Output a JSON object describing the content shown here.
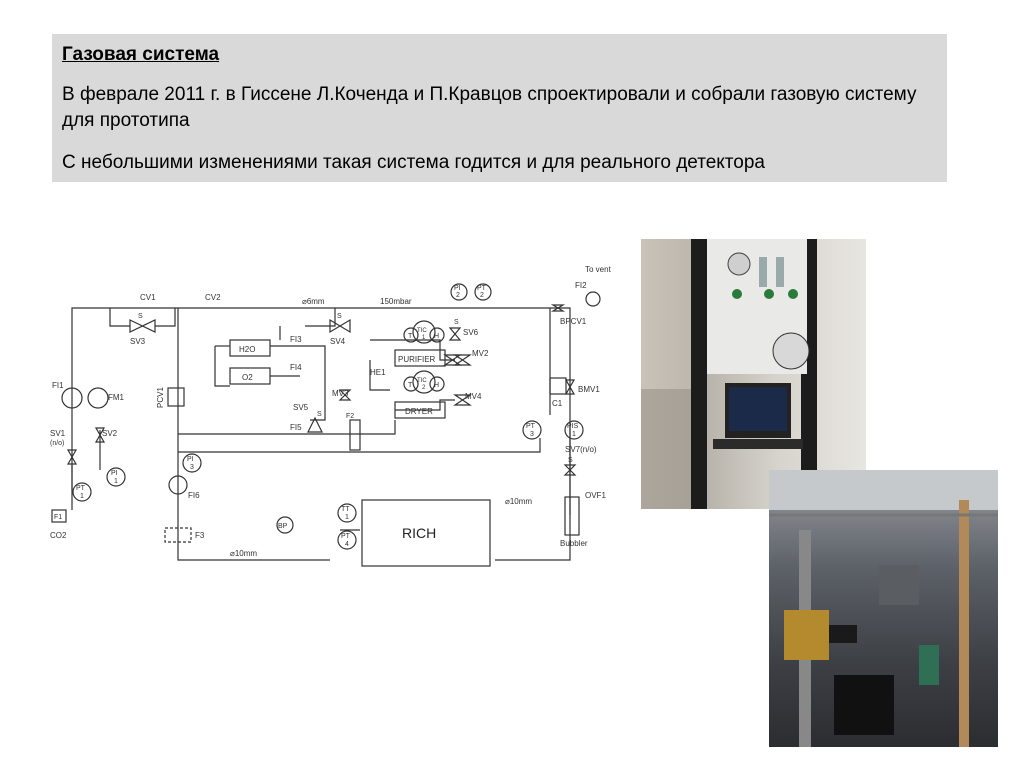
{
  "slide": {
    "title": "Газовая система",
    "paragraph1": "В феврале 2011 г.  в Гиссене Л.Кочендa и П.Кравцов спроектировали и собрали газовую систему для прототипа",
    "paragraph2": "С небольшими изменениями такая система годится и для реального детектора"
  },
  "diagram": {
    "labels": {
      "to_vent": "To vent",
      "cv1": "CV1",
      "cv2": "CV2",
      "d6mm": "⌀6mm",
      "p150": "150mbar",
      "pi2": "PI",
      "pi2n": "2",
      "pt2": "PT",
      "pt2n": "2",
      "fi2": "FI2",
      "bpcv1": "BPCV1",
      "sv3": "SV3",
      "sv4": "SV4",
      "sv6": "SV6",
      "s1": "S",
      "s2": "S",
      "s3": "S",
      "s4": "S",
      "s5": "S",
      "h2o": "H2O",
      "o2": "O2",
      "fi3": "FI3",
      "fi4": "FI4",
      "fi5": "FI5",
      "fi1": "FI1",
      "fm1": "FM1",
      "pcv1": "PCV1",
      "he1": "HE1",
      "mv2": "MV2",
      "mv3": "MV3",
      "mv4": "MV4",
      "purifier": "PURIFIER",
      "dryer": "DRYER",
      "tic1": "TIC",
      "tic1n": "1",
      "tic2": "TIC",
      "tic2n": "2",
      "t1": "T",
      "t2": "T",
      "h1": "H",
      "h2": "H",
      "sv5": "SV5",
      "f2": "F2",
      "bmv1": "BMV1",
      "c1": "C1",
      "sv1": "SV1",
      "sv1no": "(n/o)",
      "sv2": "SV2",
      "pt1": "PT",
      "pt1n": "1",
      "pi1": "PI",
      "pi1n": "1",
      "pt3": "PT",
      "pt3n": "3",
      "pis1": "PIS",
      "pis1n": "1",
      "sv7": "SV7(n/o)",
      "pi3": "PI",
      "pi3n": "3",
      "fi6": "FI6",
      "f1": "F1",
      "co2": "CO2",
      "f3": "F3",
      "bp": "BP",
      "tt1": "TT",
      "tt1n": "1",
      "pt4": "PT",
      "pt4n": "4",
      "rich": "RICH",
      "d10mm_right": "⌀10mm",
      "d10mm_bottom": "⌀10mm",
      "ovf1": "OVF1",
      "bubbler": "Bubbler"
    }
  }
}
